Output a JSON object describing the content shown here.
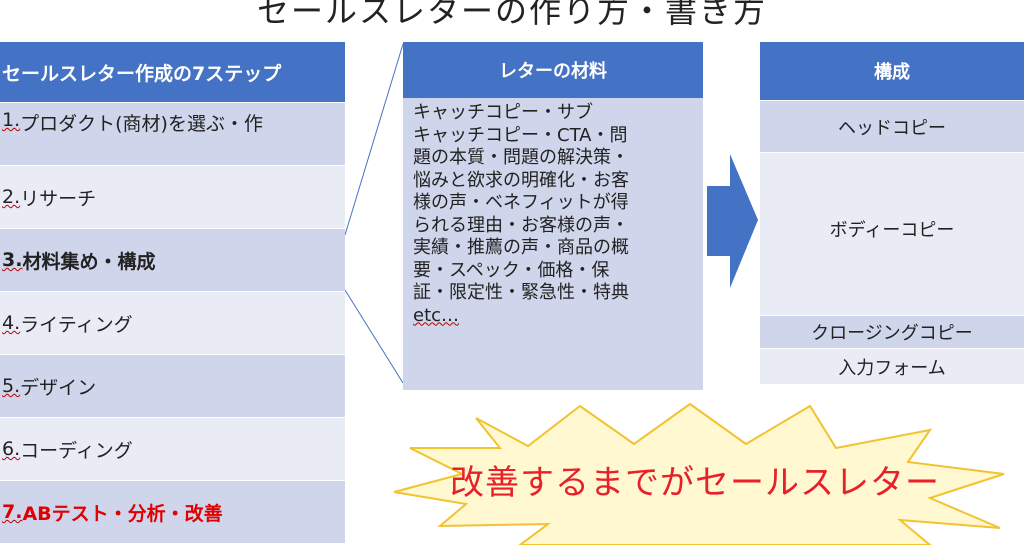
{
  "title": "セールスレターの作り方・書き方",
  "steps": {
    "header": "セールスレター作成の7ステップ",
    "items": [
      {
        "num": "1.",
        "text": "プロダクト(商材)を選ぶ・作"
      },
      {
        "num": "2.",
        "text": "リサーチ"
      },
      {
        "num": "3.",
        "text": "材料集め・構成"
      },
      {
        "num": "4.",
        "text": "ライティング"
      },
      {
        "num": "5.",
        "text": "デザイン"
      },
      {
        "num": "6.",
        "text": "コーディング"
      },
      {
        "num": "7.",
        "text": "ABテスト・分析・改善"
      }
    ]
  },
  "materials": {
    "header": "レターの材料",
    "lines": [
      "キャッチコピー・サブ",
      "キャッチコピー・CTA・問",
      "題の本質・問題の解決策・",
      "悩みと欲求の明確化・お客",
      "様の声・ベネフィットが得",
      "られる理由・お客様の声・",
      "実績・推薦の声・商品の概",
      "要・スペック・価格・保",
      "証・限定性・緊急性・特典"
    ],
    "etc": "etc…"
  },
  "composition": {
    "header": "構成",
    "rows": [
      "ヘッドコピー",
      "ボディーコピー",
      "クロージングコピー",
      "入力フォーム"
    ]
  },
  "burst_text": "改善するまでがセールスレター",
  "colors": {
    "header_blue": "#4472c4",
    "row_dark": "#cfd5ea",
    "row_light": "#e9ebf5",
    "arrow_blue": "#4472c4",
    "burst_fill": "#fff8d0",
    "burst_stroke": "#f2c230",
    "burst_text": "#e8202a",
    "step7_red": "#e00000"
  }
}
